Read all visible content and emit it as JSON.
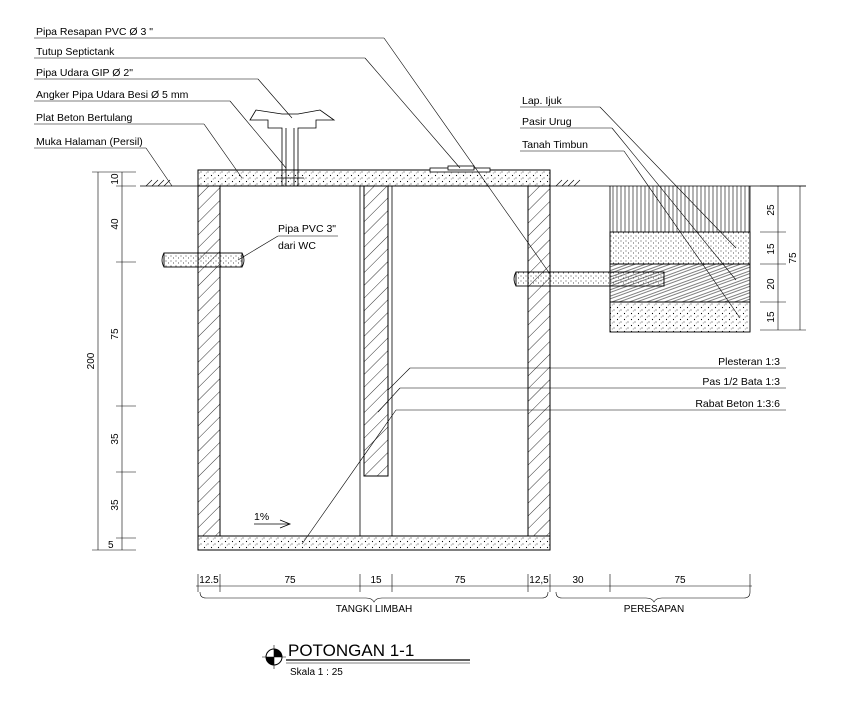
{
  "labels": {
    "pipa_resapan": "Pipa Resapan PVC Ø 3 \"",
    "tutup": "Tutup Septictank",
    "pipa_udara": "Pipa Udara GIP Ø 2\"",
    "angker": "Angker Pipa Udara Besi Ø 5 mm",
    "plat_beton": "Plat Beton Bertulang",
    "muka_halaman": "Muka Halaman (Persil)",
    "pipa_pvc_line1": "Pipa PVC 3\"",
    "pipa_pvc_line2": "dari WC",
    "lap_ijuk": "Lap. Ijuk",
    "pasir_urug": "Pasir Urug",
    "tanah_timbun": "Tanah Timbun",
    "plesteran": "Plesteran 1:3",
    "pas_bata": "Pas 1/2 Bata 1:3",
    "rabat_beton": "Rabat Beton 1:3:6",
    "slope": "1%"
  },
  "dims": {
    "left_total": "200",
    "left": [
      "10",
      "40",
      "75",
      "35",
      "35",
      "5"
    ],
    "right_total": "75",
    "right": [
      "25",
      "15",
      "20",
      "15"
    ],
    "bottom": [
      "12.5",
      "75",
      "15",
      "75",
      "12,5",
      "30",
      "75"
    ],
    "group_tangki": "TANGKI LIMBAH",
    "group_peresapan": "PERESAPAN"
  },
  "title": {
    "main": "POTONGAN 1-1",
    "scale": "Skala  1 : 25"
  }
}
